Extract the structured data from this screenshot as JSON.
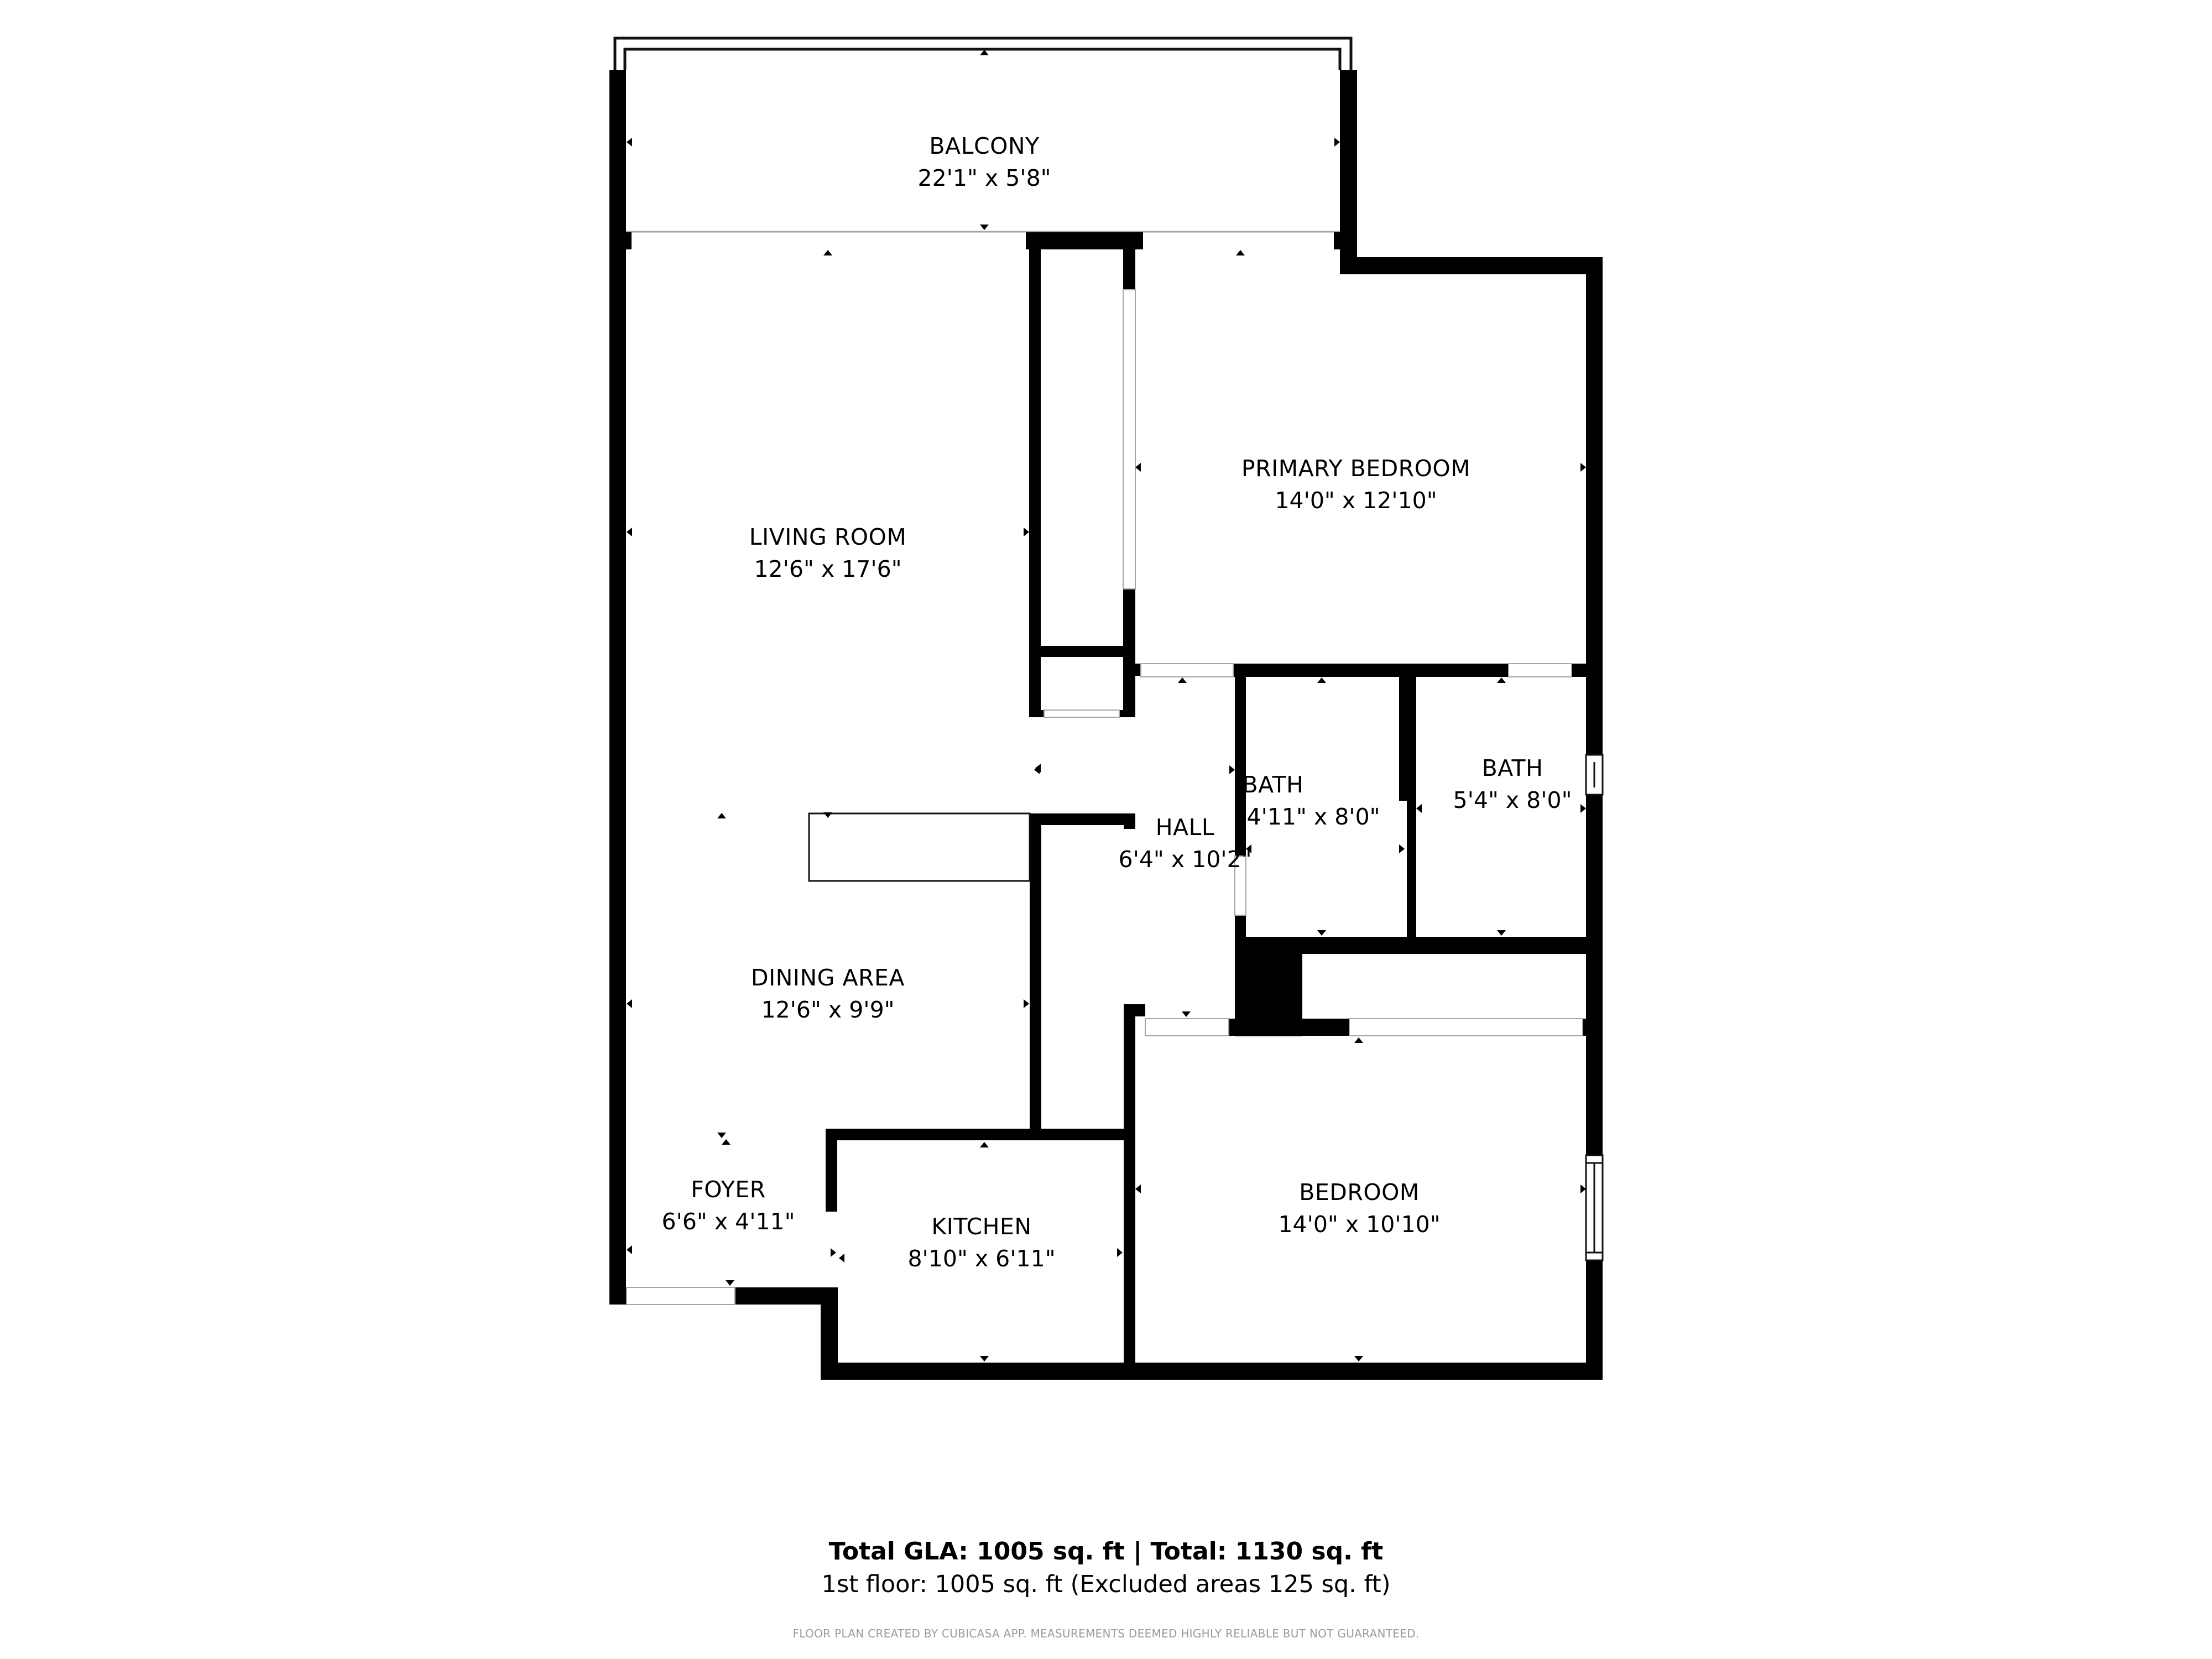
{
  "floor_plan": {
    "rooms": [
      {
        "id": "balcony",
        "name": "BALCONY",
        "dimensions": "22'1\" x 5'8\""
      },
      {
        "id": "living-room",
        "name": "LIVING ROOM",
        "dimensions": "12'6\" x 17'6\""
      },
      {
        "id": "primary-bedroom",
        "name": "PRIMARY BEDROOM",
        "dimensions": "14'0\" x 12'10\""
      },
      {
        "id": "bath-1",
        "name": "BATH",
        "dimensions": "4'11\" x 8'0\""
      },
      {
        "id": "bath-2",
        "name": "BATH",
        "dimensions": "5'4\" x 8'0\""
      },
      {
        "id": "hall",
        "name": "HALL",
        "dimensions": "6'4\" x 10'2\""
      },
      {
        "id": "dining-area",
        "name": "DINING AREA",
        "dimensions": "12'6\" x 9'9\""
      },
      {
        "id": "foyer",
        "name": "FOYER",
        "dimensions": "6'6\" x 4'11\""
      },
      {
        "id": "kitchen",
        "name": "KITCHEN",
        "dimensions": "8'10\" x 6'11\""
      },
      {
        "id": "bedroom",
        "name": "BEDROOM",
        "dimensions": "14'0\" x 10'10\""
      }
    ]
  },
  "summary": {
    "total_line": "Total GLA: 1005 sq. ft | Total: 1130 sq. ft",
    "floor_line": "1st floor: 1005 sq. ft (Excluded areas 125 sq. ft)",
    "credit": "FLOOR PLAN CREATED BY CUBICASA APP. MEASUREMENTS DEEMED HIGHLY RELIABLE BUT NOT GUARANTEED."
  },
  "colors": {
    "wall": "#000000",
    "background": "#ffffff",
    "opening_line": "#a6a6a6",
    "credit_text": "#9a9a9a"
  }
}
